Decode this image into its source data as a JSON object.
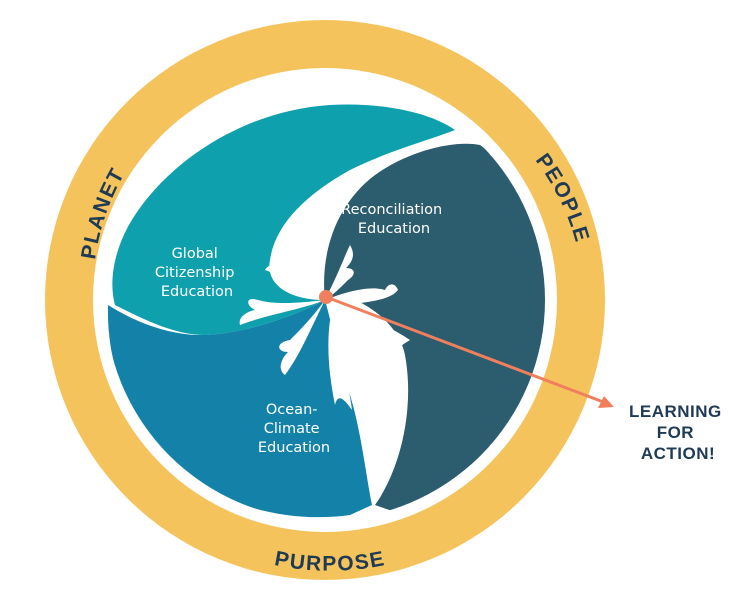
{
  "ring": {
    "planet": "PLANET",
    "people": "PEOPLE",
    "purpose": "PURPOSE"
  },
  "segments": {
    "global": [
      "Global",
      "Citizenship",
      "Education"
    ],
    "reconciliation": [
      "Reconciliation",
      "Education"
    ],
    "ocean": [
      "Ocean-",
      "Climate",
      "Education"
    ]
  },
  "outcome": [
    "LEARNING",
    "FOR",
    "ACTION!"
  ],
  "colors": {
    "ring": "#f5c35c",
    "global": "#0fa0ad",
    "reconciliation": "#2c5d6e",
    "ocean": "#1482a8",
    "arrow": "#f07f5e",
    "text_dark": "#1f3a55"
  }
}
